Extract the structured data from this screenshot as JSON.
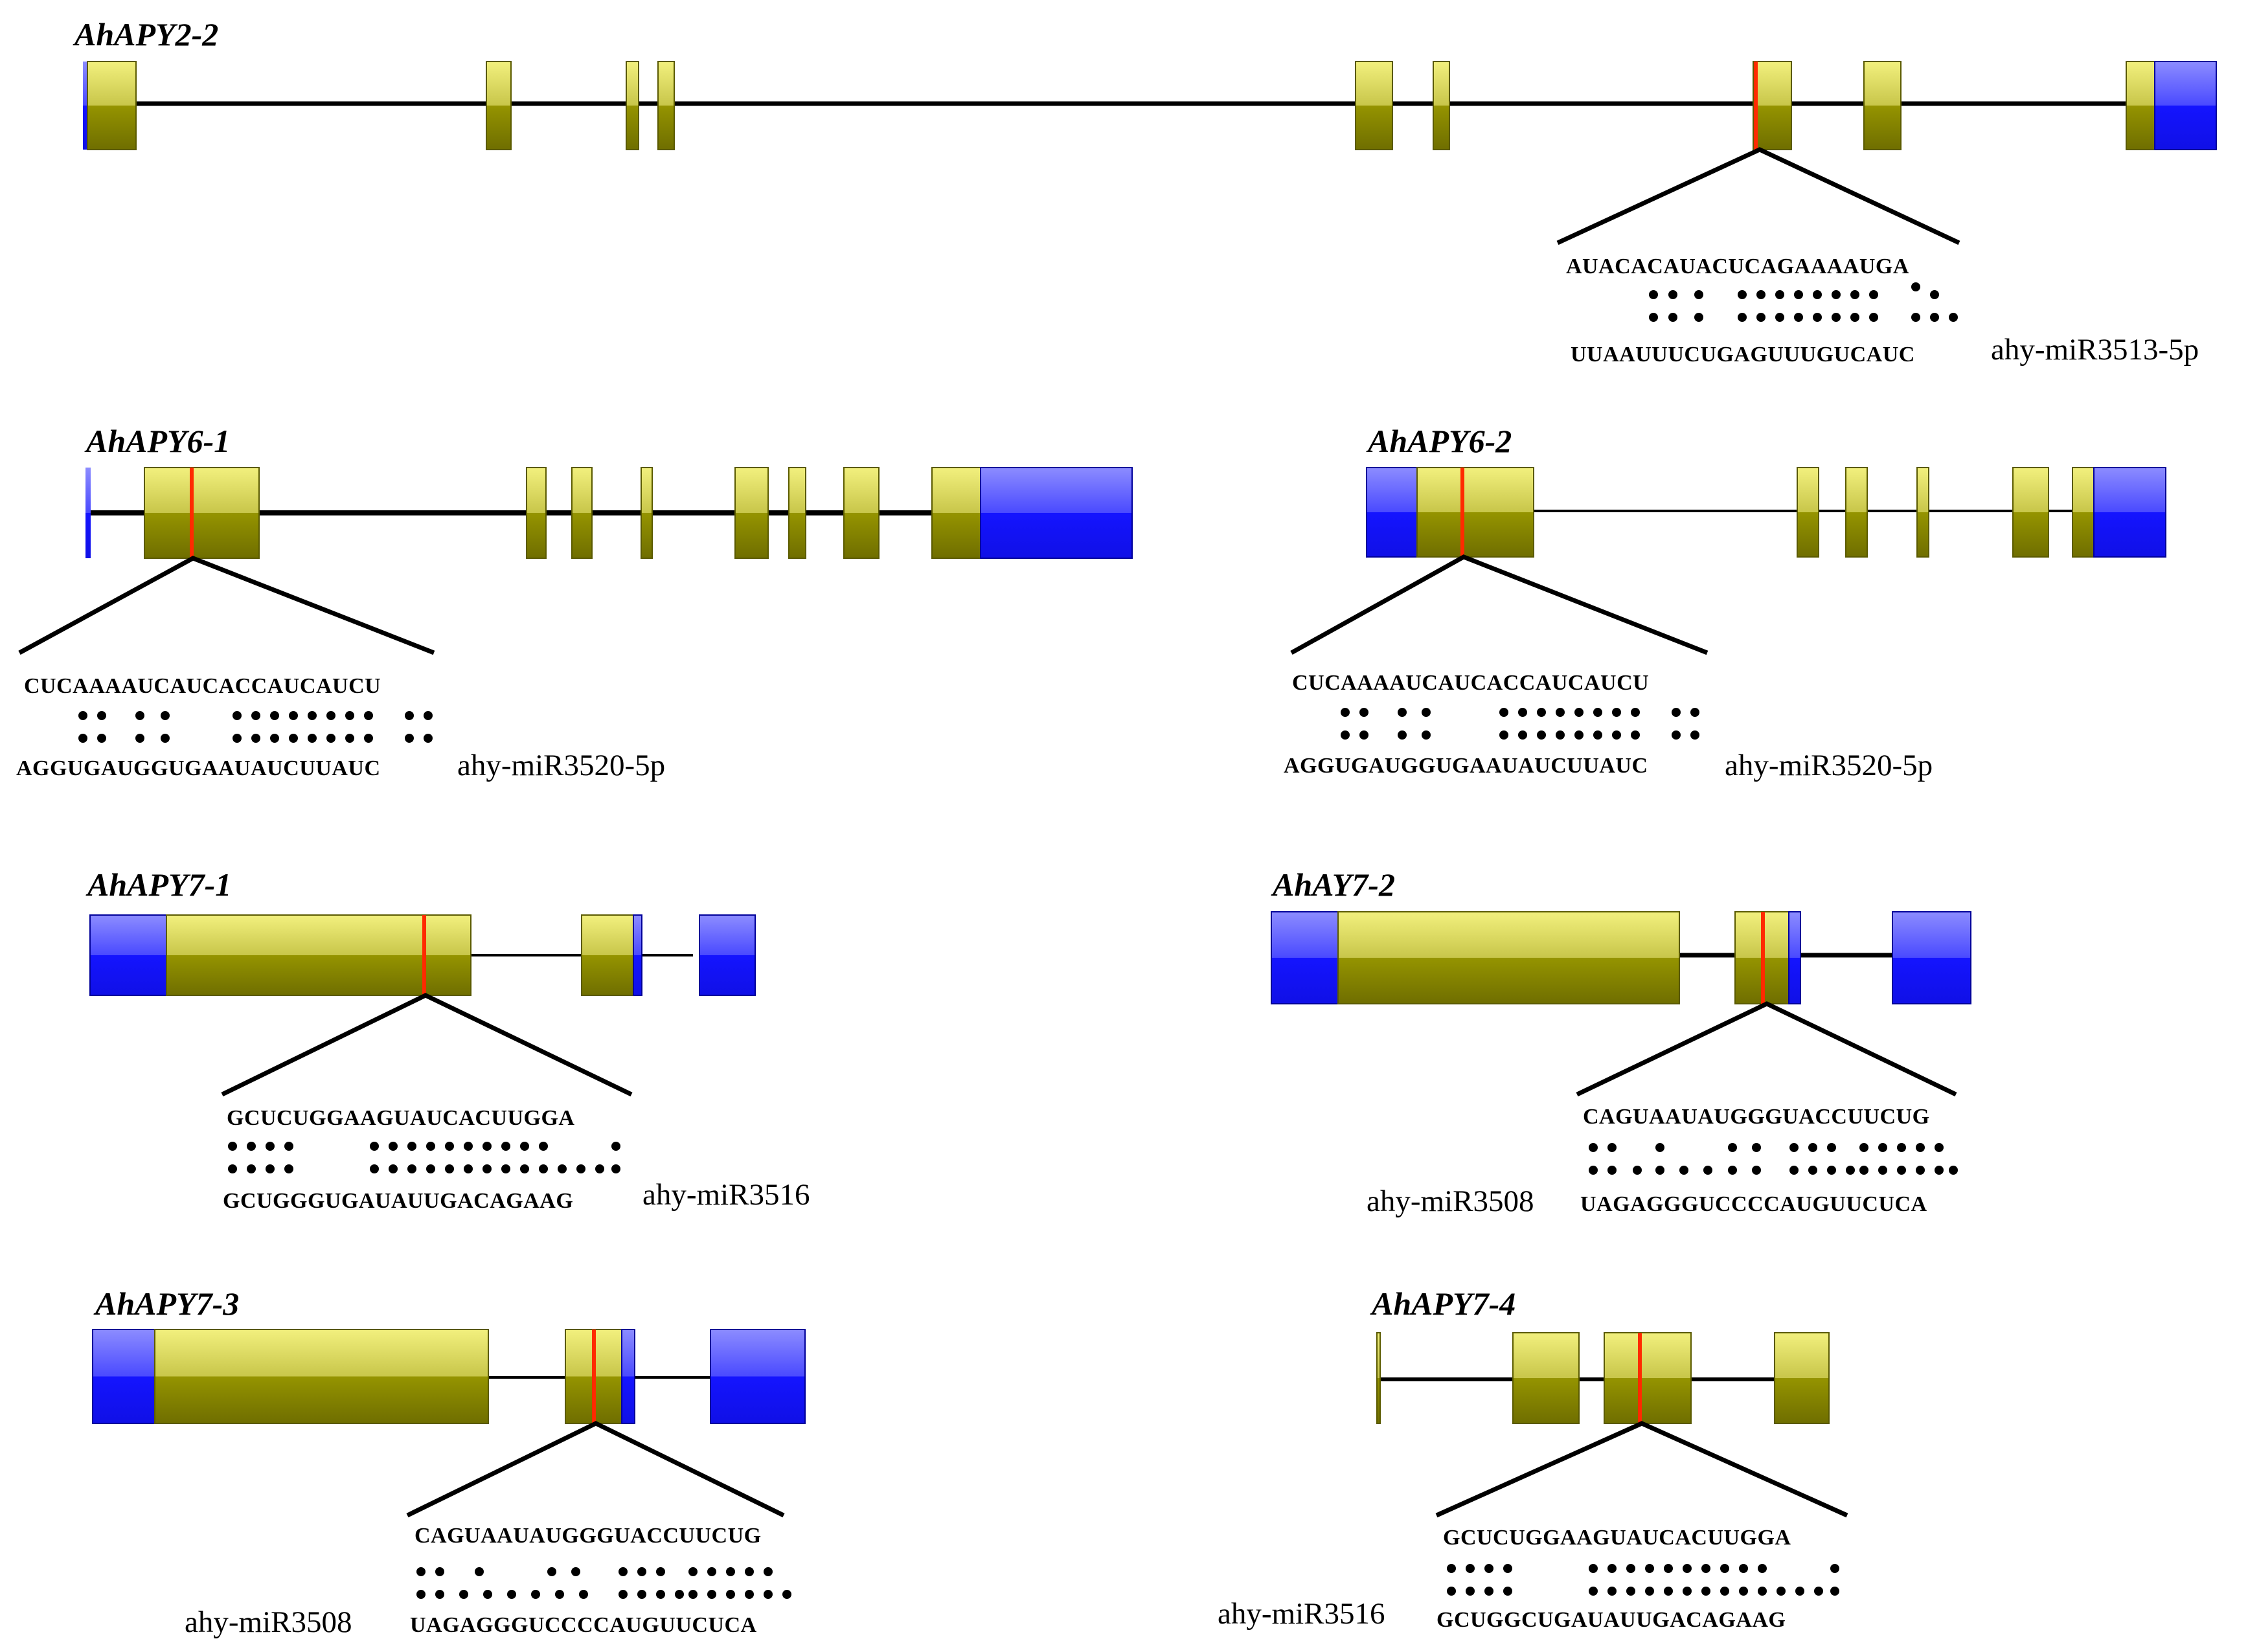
{
  "colors": {
    "exon_top": "#f0ee80",
    "exon_bottom": "#7a7a00",
    "exon_border": "#5a5a00",
    "utr_top": "#7a7aff",
    "utr_bottom": "#1a1aff",
    "utr_border": "#000099",
    "target_site": "#ff2a00",
    "line": "#000000"
  },
  "genes": [
    {
      "name": "AhAPY2-2",
      "mirna": {
        "name": "ahy-miR3513-5p",
        "target": "AUACACAUACUCAGAAAAUGA",
        "mirna_seq": "UUAAUUUCUGAGUUUGUCAUC"
      }
    },
    {
      "name": "AhAPY6-1",
      "mirna": {
        "name": "ahy-miR3520-5p",
        "target": "CUCAAAAUCAUCACCAUCAUCU",
        "mirna_seq": "AGGUGAUGGUGAAUAUCUUAUC"
      }
    },
    {
      "name": "AhAPY6-2",
      "mirna": {
        "name": "ahy-miR3520-5p",
        "target": "CUCAAAAUCAUCACCAUCAUCU",
        "mirna_seq": "AGGUGAUGGUGAAUAUCUUAUC"
      }
    },
    {
      "name": "AhAPY7-1",
      "mirna": {
        "name": "ahy-miR3516",
        "target": "GCUCUGGAAGUAUCACUUGGA",
        "mirna_seq": "GCUGGGUGAUAUUGACAGAAG"
      }
    },
    {
      "name": "AhAY7-2",
      "mirna": {
        "name": "ahy-miR3508",
        "target": "CAGUAAUAUGGGUACCUUCUG",
        "mirna_seq": "UAGAGGGUCCCCAUGUUCUCA"
      }
    },
    {
      "name": "AhAPY7-3",
      "mirna": {
        "name": "ahy-miR3508",
        "target": "CAGUAAUAUGGGUACCUUCUG",
        "mirna_seq": "UAGAGGGUCCCCAUGUUCUCA"
      }
    },
    {
      "name": "AhAPY7-4",
      "mirna": {
        "name": "ahy-miR3516",
        "target": "GCUCUGGAAGUAUCACUUGGA",
        "mirna_seq": "GCUGGCUGAUAUUGACAGAAG"
      }
    }
  ]
}
